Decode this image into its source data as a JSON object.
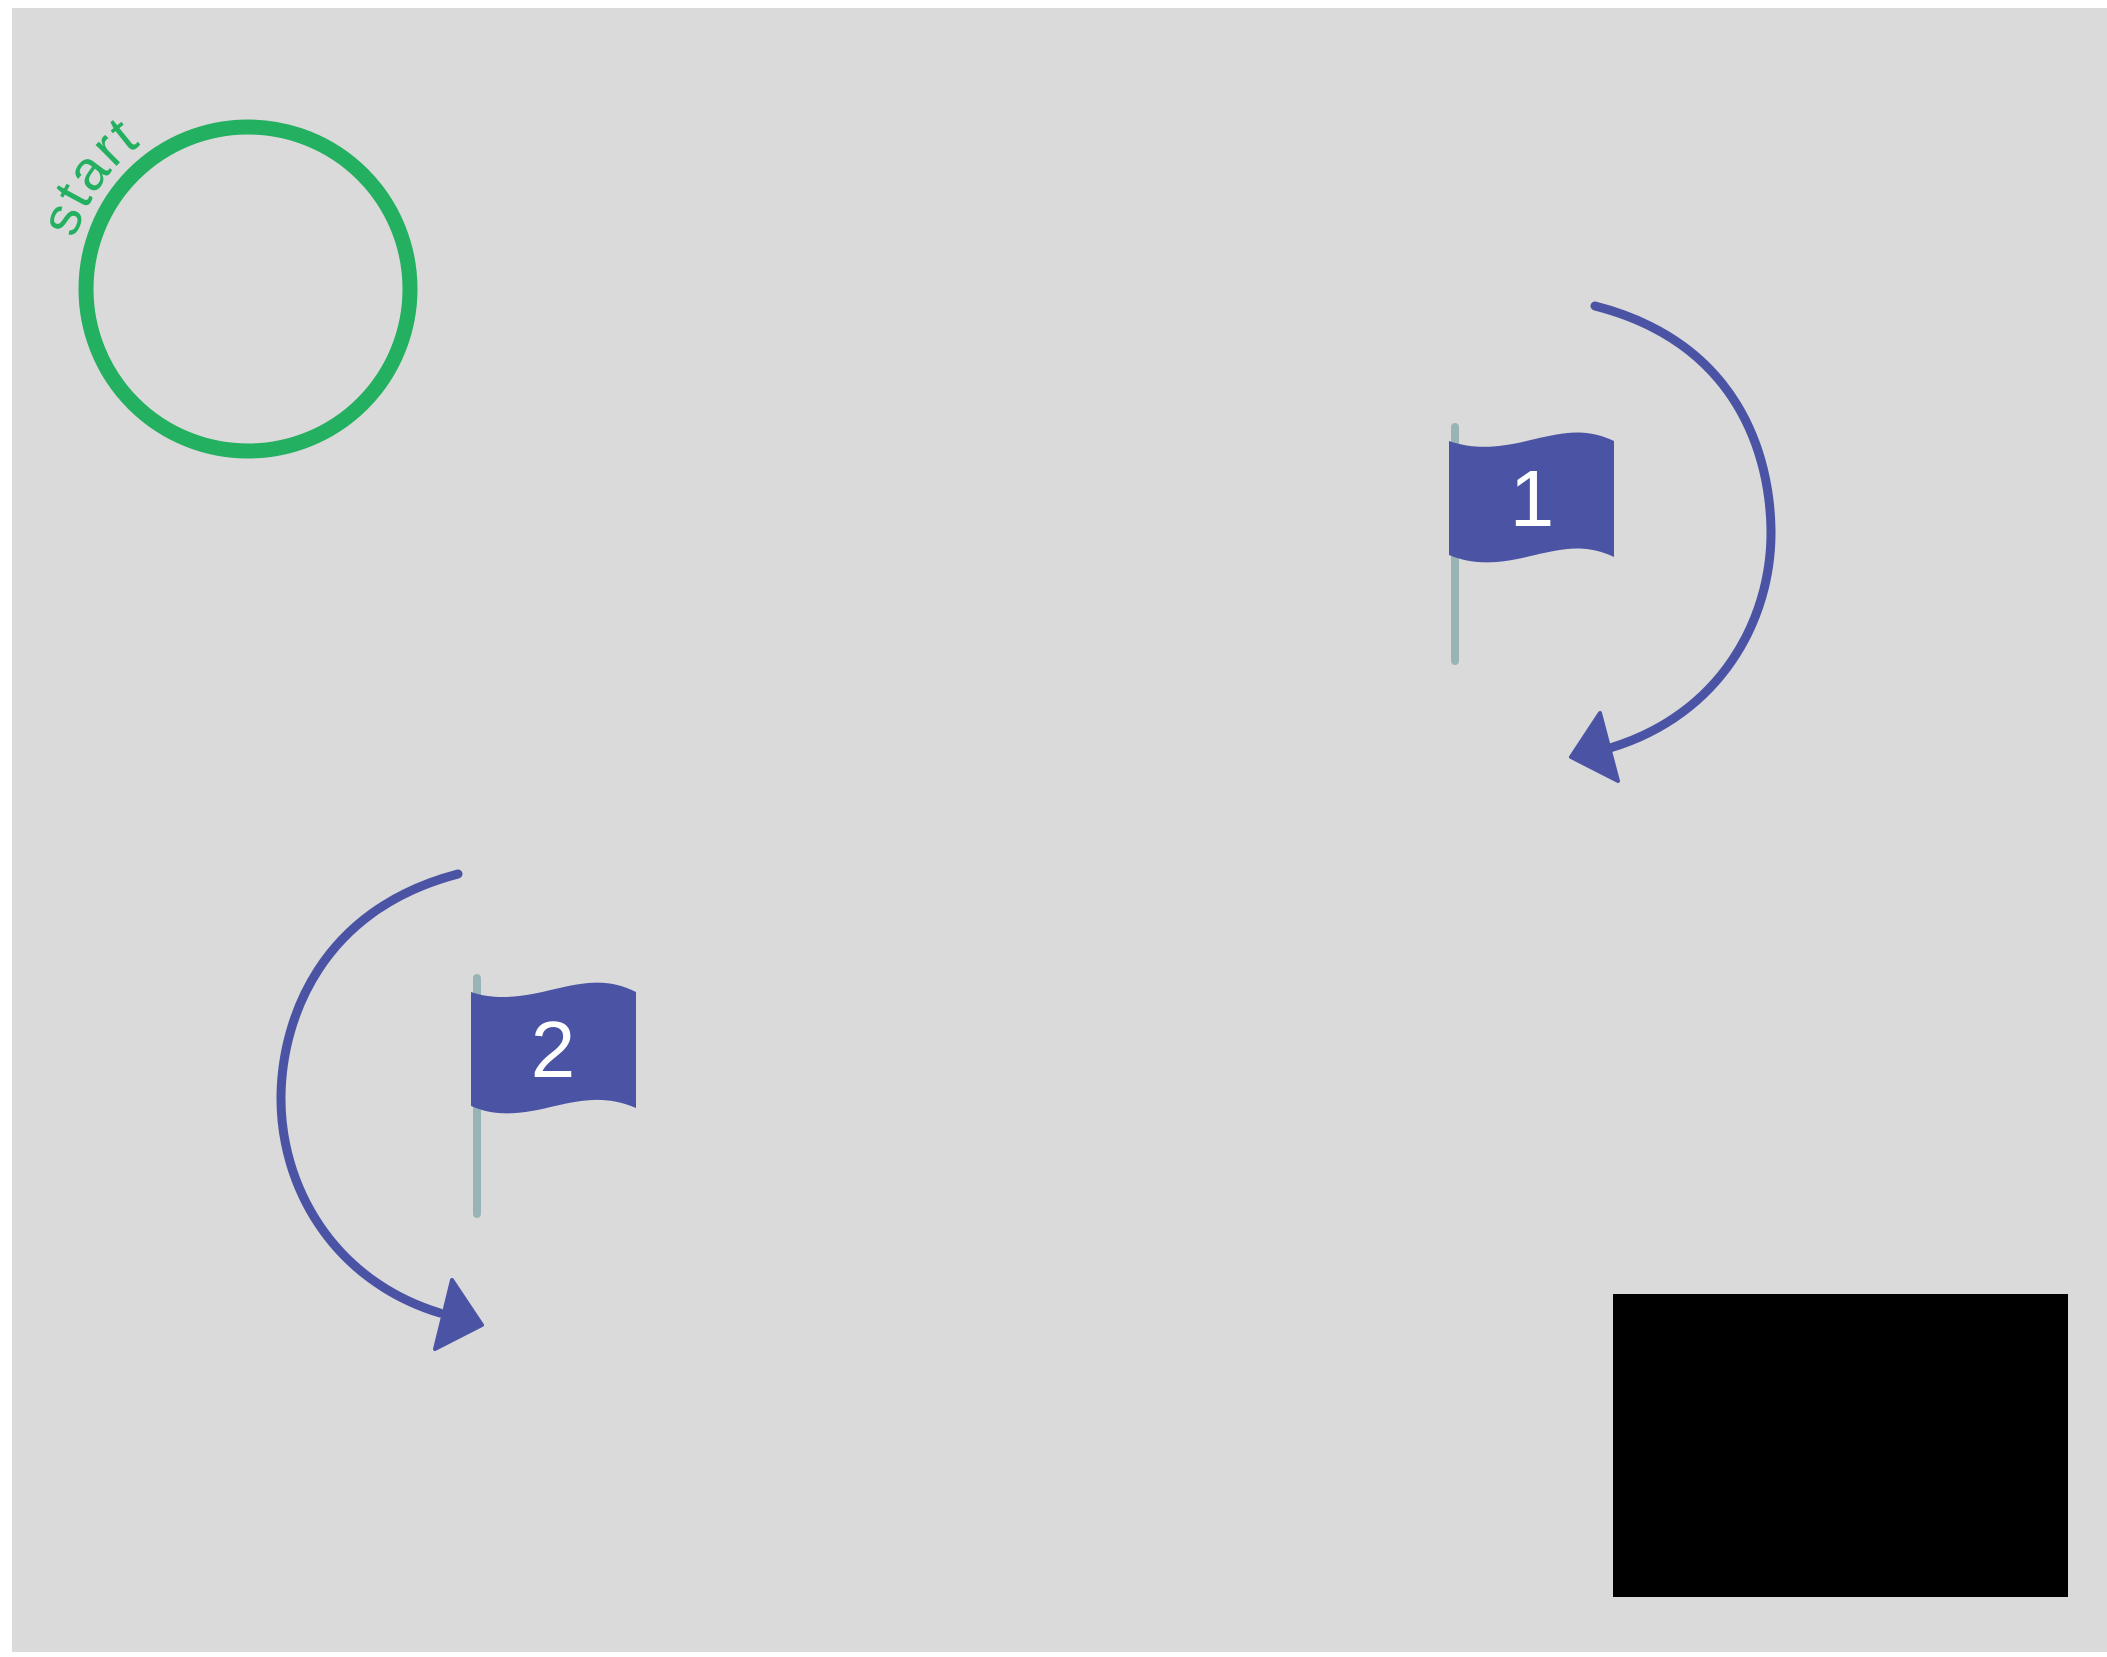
{
  "diagram": {
    "start_label": "start",
    "flags": [
      {
        "number": "1"
      },
      {
        "number": "2"
      }
    ],
    "colors": {
      "background": "#dadada",
      "start_circle": "#23b060",
      "arrow": "#4b54a4",
      "flag": "#4b54a4",
      "flag_text": "#ffffff",
      "pole": "#98b4b4",
      "block": "#000000"
    }
  }
}
